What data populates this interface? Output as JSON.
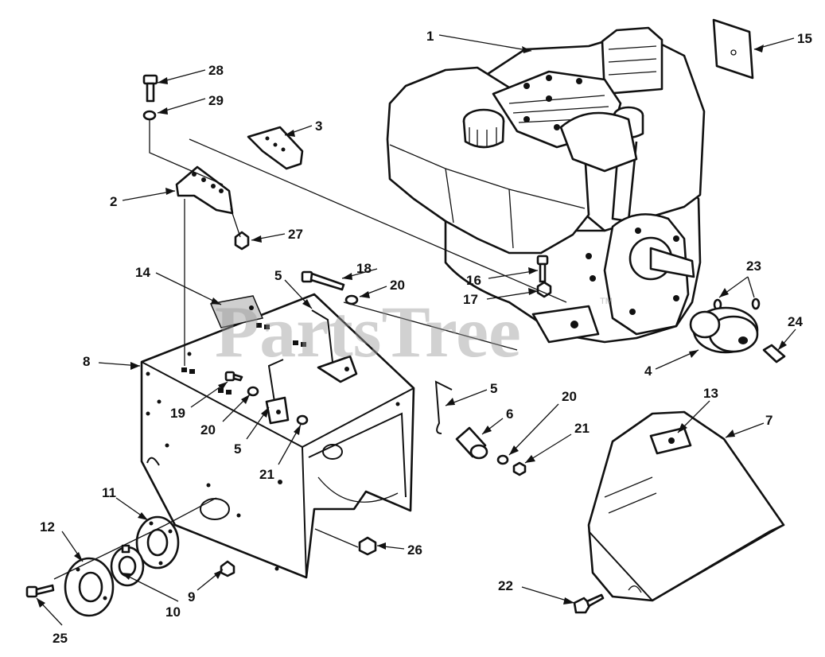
{
  "watermark": {
    "text": "PartsTree",
    "trademark": "TM"
  },
  "callouts": [
    {
      "id": "c1",
      "text": "1"
    },
    {
      "id": "c2",
      "text": "2"
    },
    {
      "id": "c3",
      "text": "3"
    },
    {
      "id": "c4",
      "text": "4"
    },
    {
      "id": "c5a",
      "text": "5"
    },
    {
      "id": "c5b",
      "text": "5"
    },
    {
      "id": "c5c",
      "text": "5"
    },
    {
      "id": "c6",
      "text": "6"
    },
    {
      "id": "c7",
      "text": "7"
    },
    {
      "id": "c8",
      "text": "8"
    },
    {
      "id": "c9",
      "text": "9"
    },
    {
      "id": "c10",
      "text": "10"
    },
    {
      "id": "c11",
      "text": "11"
    },
    {
      "id": "c12",
      "text": "12"
    },
    {
      "id": "c13",
      "text": "13"
    },
    {
      "id": "c14",
      "text": "14"
    },
    {
      "id": "c15",
      "text": "15"
    },
    {
      "id": "c16",
      "text": "16"
    },
    {
      "id": "c17",
      "text": "17"
    },
    {
      "id": "c18",
      "text": "18"
    },
    {
      "id": "c19",
      "text": "19"
    },
    {
      "id": "c20a",
      "text": "20"
    },
    {
      "id": "c20b",
      "text": "20"
    },
    {
      "id": "c20c",
      "text": "20"
    },
    {
      "id": "c21a",
      "text": "21"
    },
    {
      "id": "c21b",
      "text": "21"
    },
    {
      "id": "c22",
      "text": "22"
    },
    {
      "id": "c23",
      "text": "23"
    },
    {
      "id": "c24",
      "text": "24"
    },
    {
      "id": "c25",
      "text": "25"
    },
    {
      "id": "c26",
      "text": "26"
    },
    {
      "id": "c27",
      "text": "27"
    },
    {
      "id": "c28",
      "text": "28"
    },
    {
      "id": "c29",
      "text": "29"
    }
  ]
}
